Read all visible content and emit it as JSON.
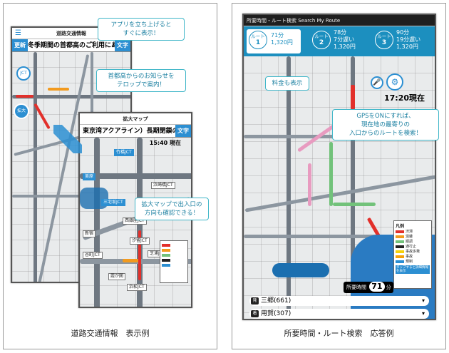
{
  "left": {
    "caption": "道路交通情報　表示例",
    "screen1": {
      "title": "道路交通情報",
      "ticker_tag": "更新",
      "ticker_text": "冬季期間の首都高のご利用にあたっ",
      "ticker_end_tag": "文字",
      "zoom_button": "拡大",
      "jct_label": "JCT"
    },
    "screen2": {
      "title": "拡大マップ",
      "ticker_text": "東京湾アクアライン）長期閉鎖のお",
      "ticker_end_tag": "文字",
      "time": "15:40 現在",
      "labels": [
        "竹橋JCT",
        "浜崎橋JCT",
        "三宅坂JCT",
        "西銀座JCT",
        "汐留JCT",
        "芝浦JCT",
        "美原",
        "新宿",
        "霞が関",
        "谷町JCT",
        "浜松JCT"
      ]
    },
    "callouts": [
      "アプリを立ち上げると\nすぐに表示！",
      "首都高からのお知らせを\nテロップで案内！",
      "拡大マップで出入口の\n方向も確認できる！"
    ]
  },
  "right": {
    "caption": "所要時間・ルート検索　応答例",
    "title": "所要時間・ルート検索 Search My Route",
    "routes": [
      {
        "label": "ルート",
        "num": "1",
        "line1": "71分",
        "line2": "1,320円",
        "line3": ""
      },
      {
        "label": "ルート",
        "num": "2",
        "line1": "78分",
        "line2": "7分遅い",
        "line3": "1,320円"
      },
      {
        "label": "ルート",
        "num": "3",
        "line1": "90分",
        "line2": "19分遅い",
        "line3": "1,320円"
      }
    ],
    "time": "17:20現在",
    "legend_title": "凡例",
    "legend_items": [
      "渋滞",
      "混雑",
      "順調",
      "通行止",
      "事故多発",
      "事故",
      "規制"
    ],
    "legend_note": "タップすると詳細情報を表示",
    "duration_label": "所要時間",
    "duration_value": "71",
    "duration_unit": "分",
    "origin_tag": "発",
    "origin": "三郷(661)",
    "dest_tag": "着",
    "destination": "用賀(307)",
    "callouts": [
      "料金も表示",
      "GPSをONにすれば、\n現在地の最寄りの\n入口からのルートを検索！"
    ]
  },
  "colors": {
    "accent": "#1c8fbf",
    "callout_border": "#3fb6c8",
    "jam": "#e2302b",
    "busy": "#f29a1e",
    "smooth": "#72c27a"
  }
}
